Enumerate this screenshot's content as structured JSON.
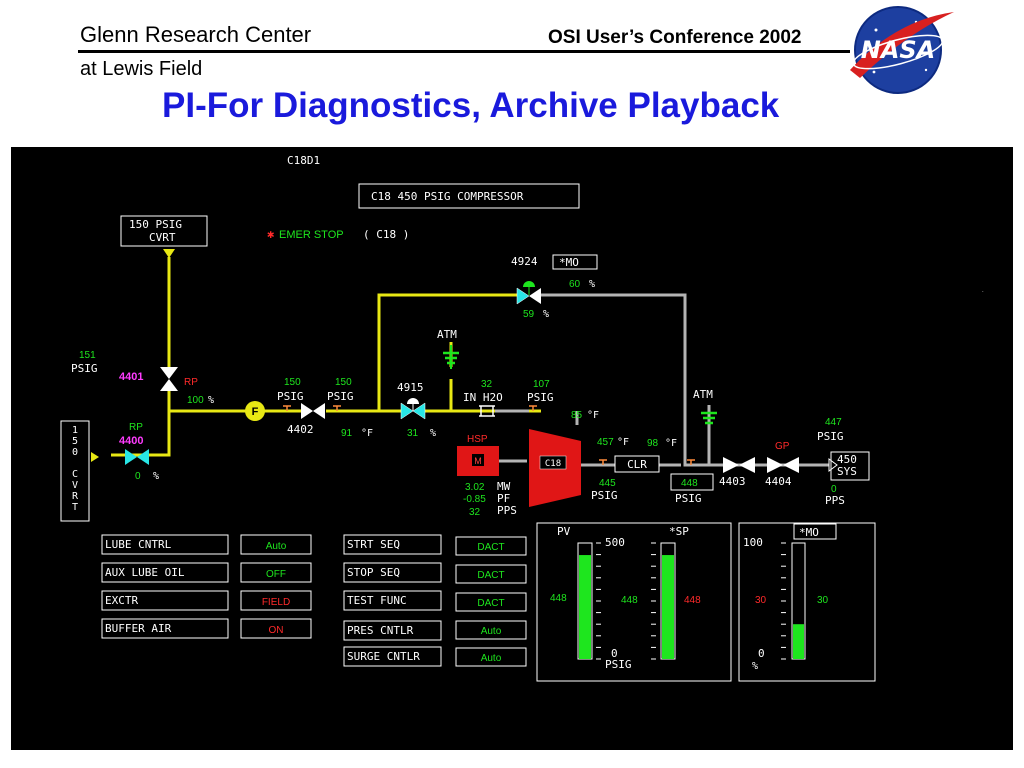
{
  "header": {
    "org_line1": "Glenn Research Center",
    "org_line2": "at Lewis Field",
    "conference": "OSI User’s Conference 2002",
    "title": "PI-For Diagnostics, Archive Playback",
    "logo_text": "NASA"
  },
  "panel": {
    "screen_id": "C18D1",
    "compressor_title": "C18 450 PSIG COMPRESSOR",
    "emer_stop": "EMER STOP",
    "emer_stop_unit": "( C18 )",
    "cvrt_box_line1": "150 PSIG",
    "cvrt_box_line2": "CVRT",
    "left_vertical_box": [
      "1",
      "5",
      "0",
      "",
      "C",
      "V",
      "R",
      "T"
    ],
    "psig_151_value": "151",
    "psig_151_unit": "PSIG",
    "valve_4401_id": "4401",
    "valve_4401_mode": "RP",
    "valve_4401_pct": "100",
    "valve_4400_mode": "RP",
    "valve_4400_id": "4400",
    "valve_4400_pct": "0",
    "pct_sign": "%",
    "f_symbol": "F",
    "psig_150a": "150",
    "psig_150b": "150",
    "psig_unit": "PSIG",
    "valve_4402_id": "4402",
    "temp_91": "91",
    "deg_f": "°F",
    "valve_4915_id": "4915",
    "valve_4915_pct": "31",
    "atm_label": "ATM",
    "in_h2o_value": "32",
    "in_h2o_unit": "IN H2O",
    "psig_107": "107",
    "temp_85": "85",
    "valve_4924_id": "4924",
    "valve_4924_mode": "*MO",
    "valve_4924_out": "60",
    "valve_4924_pos": "59",
    "hsp_label": "HSP",
    "motor_label": "M",
    "c18_label": "C18",
    "temp_457": "457",
    "temp_98": "98",
    "clr_label": "CLR",
    "mw_value": "3.02",
    "pf_value": "-0.85",
    "pps_value": "32",
    "mw_label": "MW",
    "pf_label": "PF",
    "pps_label": "PPS",
    "psig_445": "445",
    "psig_448_box": "448",
    "gp_label": "GP",
    "psig_447": "447",
    "valve_4403_id": "4403",
    "valve_4404_id": "4404",
    "sys_box_line1": "450",
    "sys_box_line2": "SYS",
    "sys_pps_value": "0",
    "sys_pps_unit": "PPS"
  },
  "controls": {
    "left": [
      {
        "label": "LUBE CNTRL",
        "status": "Auto",
        "color": "#1ee61e"
      },
      {
        "label": "AUX LUBE OIL",
        "status": "OFF",
        "color": "#1ee61e"
      },
      {
        "label": "EXCTR",
        "status": "FIELD",
        "color": "#ff2a2a"
      },
      {
        "label": "BUFFER AIR",
        "status": "ON",
        "color": "#ff2a2a"
      }
    ],
    "right": [
      {
        "label": "STRT   SEQ",
        "status": "DACT",
        "color": "#1ee61e"
      },
      {
        "label": "STOP   SEQ",
        "status": "DACT",
        "color": "#1ee61e"
      },
      {
        "label": "TEST   FUNC",
        "status": "DACT",
        "color": "#1ee61e"
      },
      {
        "label": "PRES CNTLR",
        "status": "Auto",
        "color": "#1ee61e"
      },
      {
        "label": "SURGE CNTLR",
        "status": "Auto",
        "color": "#1ee61e"
      }
    ]
  },
  "gauges": {
    "pressure": {
      "pv_label": "PV",
      "sp_label": "*SP",
      "scale_top": "500",
      "scale_bottom": "0",
      "unit": "PSIG",
      "pv_value": "448",
      "mid_value": "448",
      "sp_value": "448",
      "pv_fraction": 0.896,
      "sp_fraction": 0.896
    },
    "output": {
      "mode": "*MO",
      "scale_top": "100",
      "scale_bottom": "0",
      "unit": "%",
      "red_value": "30",
      "green_value": "30",
      "fraction": 0.3
    }
  },
  "colors": {
    "pipe_yellow": "#e8e814",
    "pipe_gray": "#b4b4b4",
    "green_text": "#1ee61e",
    "magenta_text": "#ff3cff",
    "red_text": "#ff2a2a",
    "cyan_valve": "#28e6e6",
    "label_white": "#ffffff"
  }
}
